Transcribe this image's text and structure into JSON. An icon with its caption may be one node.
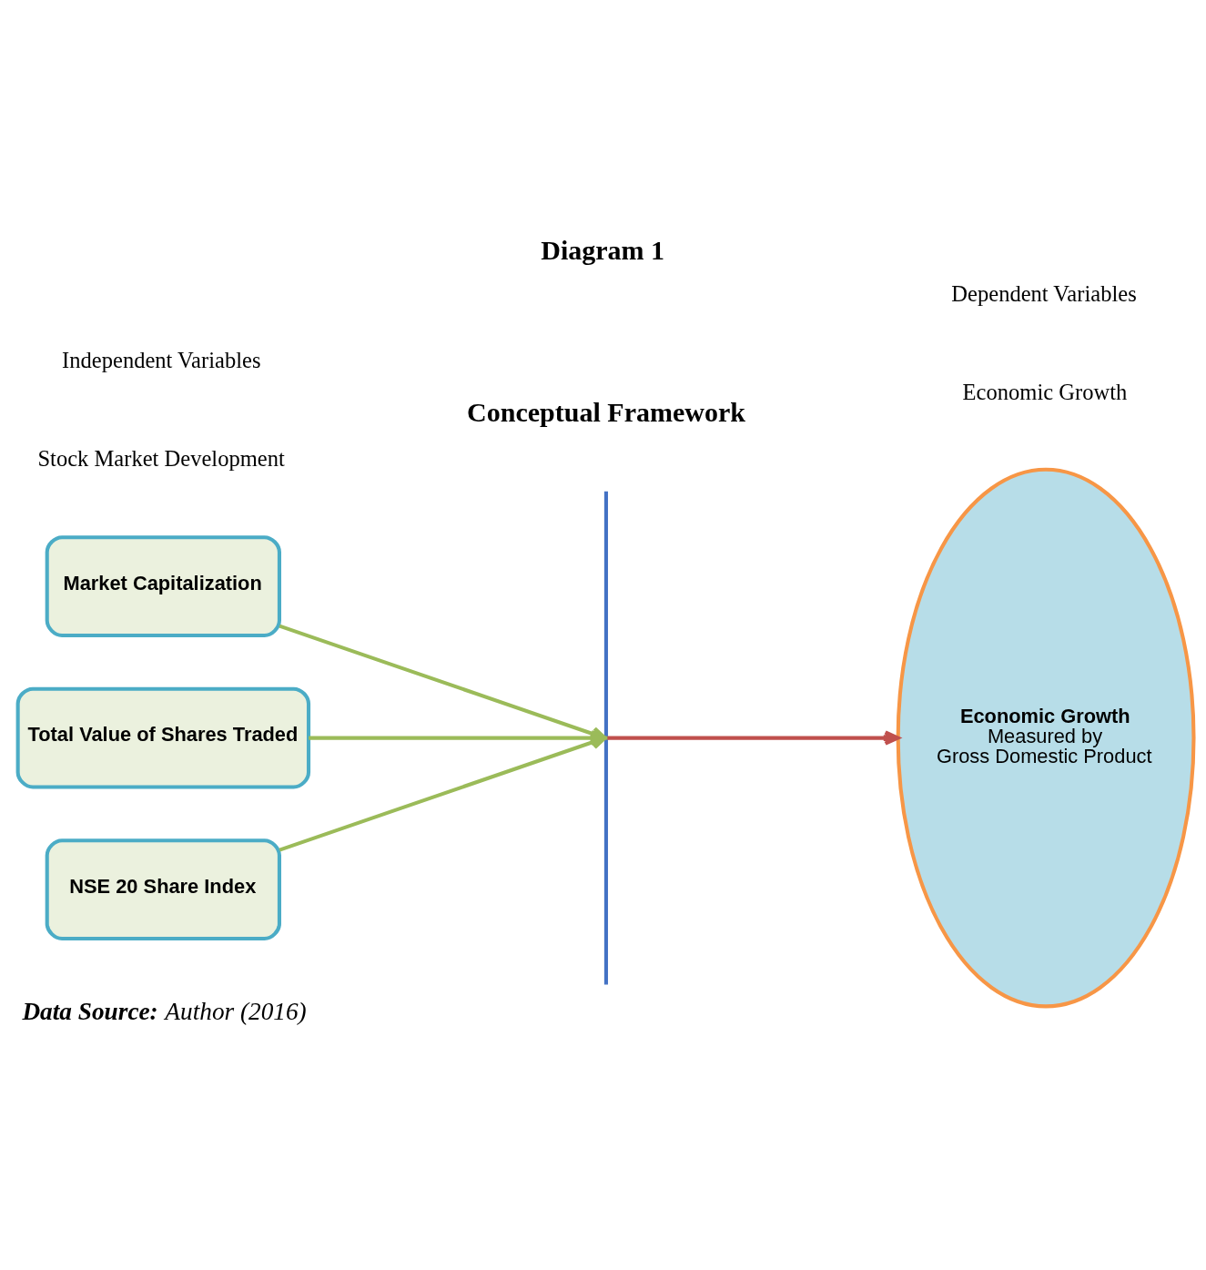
{
  "diagram": {
    "title": "Diagram 1",
    "caption": "Data Source: Author (2016)",
    "nodes": [
      {
        "text": [
          "Market Capitalization"
        ]
      },
      {
        "text": [
          "Total Value of Shares Traded"
        ]
      },
      {
        "text": [
          "NSE 20 Share Index"
        ]
      },
      {
        "text": [],
        "shape": "bar"
      },
      {
        "text": [
          "Economic Growth",
          "Measured by",
          "Gross Domestic Product"
        ]
      }
    ],
    "edges": [
      {
        "from": 0,
        "to": 3,
        "arrow": "to"
      },
      {
        "from": 1,
        "to": 3,
        "arrow": "to"
      },
      {
        "from": 2,
        "to": 3,
        "arrow": "to"
      },
      {
        "from": 3,
        "to": 4,
        "arrow": "to",
        "color": "#c0504d"
      }
    ],
    "labels": [
      "Conceptual Framework",
      "Independent Variables",
      "Dependent Variables",
      "Stock Market Development",
      "Economic Growth"
    ]
  }
}
